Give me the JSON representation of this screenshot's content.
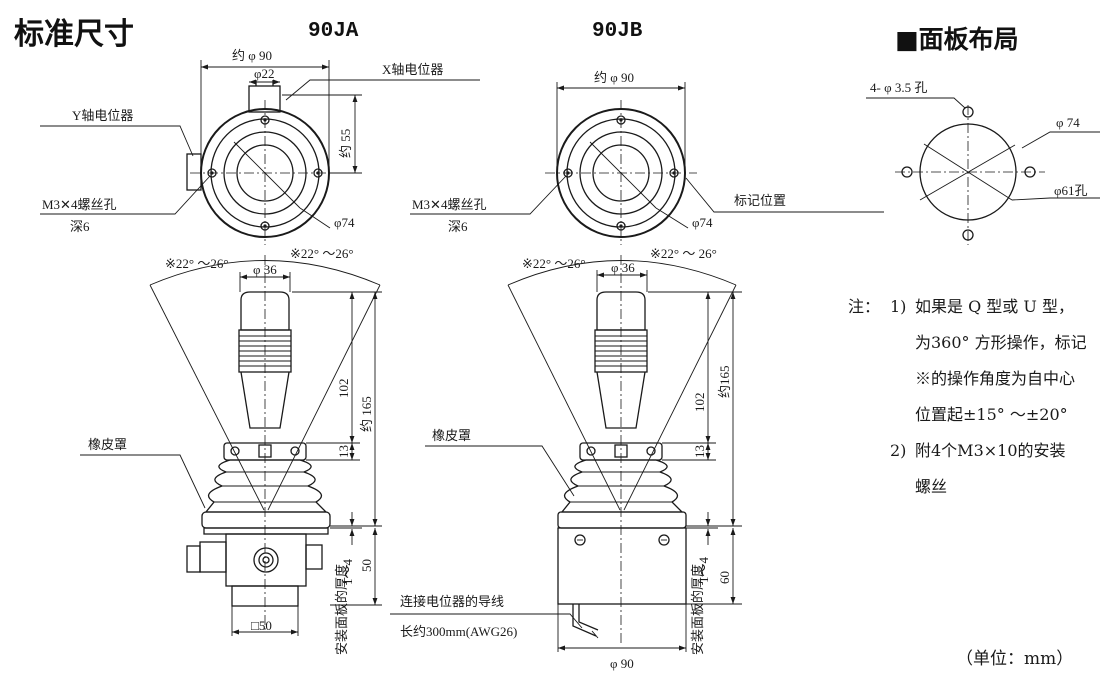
{
  "titles": {
    "main": "标准尺寸",
    "model_a": "90JA",
    "model_b": "90JB",
    "panel_layout": "■面板布局"
  },
  "model_a": {
    "dia_outer": "约 φ 90",
    "dia_knob_base": "φ22",
    "x_pot": "X轴电位器",
    "y_pot": "Y轴电位器",
    "height_55": "约 55",
    "screw_holes": "M3✕4螺丝孔",
    "screw_depth": "深6",
    "pcd": "φ74",
    "angle_left": "※22° ～26°",
    "angle_right": "※22° ～26°",
    "grip_dia": "φ 36",
    "h102": "102",
    "h165": "约 165",
    "h13": "13",
    "rubber": "橡皮罩",
    "panel_range": "1～4",
    "panel_thickness": "安装面板的厚度",
    "h50": "50",
    "base_square": "□50"
  },
  "model_b": {
    "dia_outer": "约 φ 90",
    "screw_holes": "M3✕4螺丝孔",
    "screw_depth": "深6",
    "mark_position": "标记位置",
    "pcd": "φ74",
    "angle_left": "※22° ～26°",
    "angle_right": "※22° ～ 26°",
    "grip_dia": "φ 36",
    "h102": "102",
    "h165": "约165",
    "h13": "13",
    "rubber": "橡皮罩",
    "wire_label": "连接电位器的导线",
    "wire_length": "长约300mm(AWG26)",
    "panel_range": "1～4",
    "panel_thickness": "安装面板的厚度",
    "h60": "60",
    "base_dia": "φ 90"
  },
  "panel": {
    "holes": "4- φ 3.5 孔",
    "pcd": "φ 74",
    "cutout": "φ61孔"
  },
  "notes": {
    "label": "注：",
    "n1_num": "1)",
    "n1_lines": [
      "如果是 Q 型或 U 型，",
      "为360° 方形操作，标记",
      "※的操作角度为自中心",
      "位置起±15° ～±20°"
    ],
    "n2_num": "2)",
    "n2_lines": [
      "附4个M3×10的安装",
      "螺丝"
    ]
  },
  "unit": "（单位：mm）"
}
